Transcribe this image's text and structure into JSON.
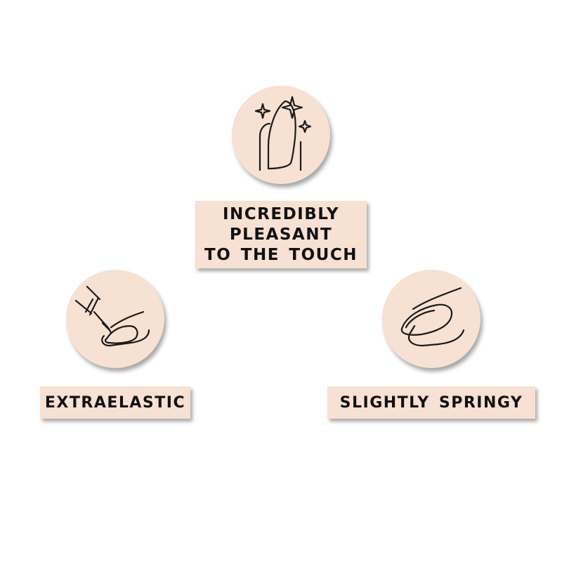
{
  "colors": {
    "background": "#ffffff",
    "badge_fill": "#f7e1d3",
    "line_art": "#1a1a1a",
    "text": "#111111"
  },
  "features": [
    {
      "icon": "sparkling-nail-icon",
      "label_lines": [
        "INCREDIBLY",
        "PLEASANT",
        "TO THE TOUCH"
      ]
    },
    {
      "icon": "nail-polish-brush-icon",
      "label": "EXTRAELASTIC"
    },
    {
      "icon": "fingertip-nail-icon",
      "label": "SLIGHTLY SPRINGY"
    }
  ]
}
